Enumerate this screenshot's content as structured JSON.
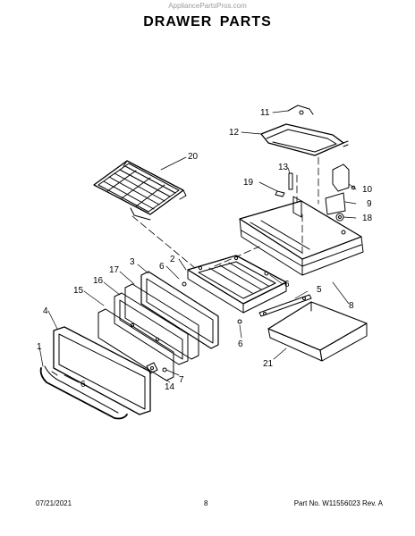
{
  "watermark": "AppliancePartsPros.com",
  "title": "DRAWER PARTS",
  "callouts": {
    "c1": "1",
    "c2": "2",
    "c3": "3",
    "c4": "4",
    "c5": "5",
    "c6a": "6",
    "c6b": "6",
    "c6c": "6",
    "c6d": "6",
    "c7": "7",
    "c8": "8",
    "c9": "9",
    "c10": "10",
    "c11": "11",
    "c12": "12",
    "c13": "13",
    "c14": "14",
    "c15": "15",
    "c16": "16",
    "c17": "17",
    "c18": "18",
    "c19": "19",
    "c20": "20",
    "c21": "21"
  },
  "footer": {
    "date": "07/21/2021",
    "page": "8",
    "part_no": "Part No. W11556023  Rev. A"
  }
}
